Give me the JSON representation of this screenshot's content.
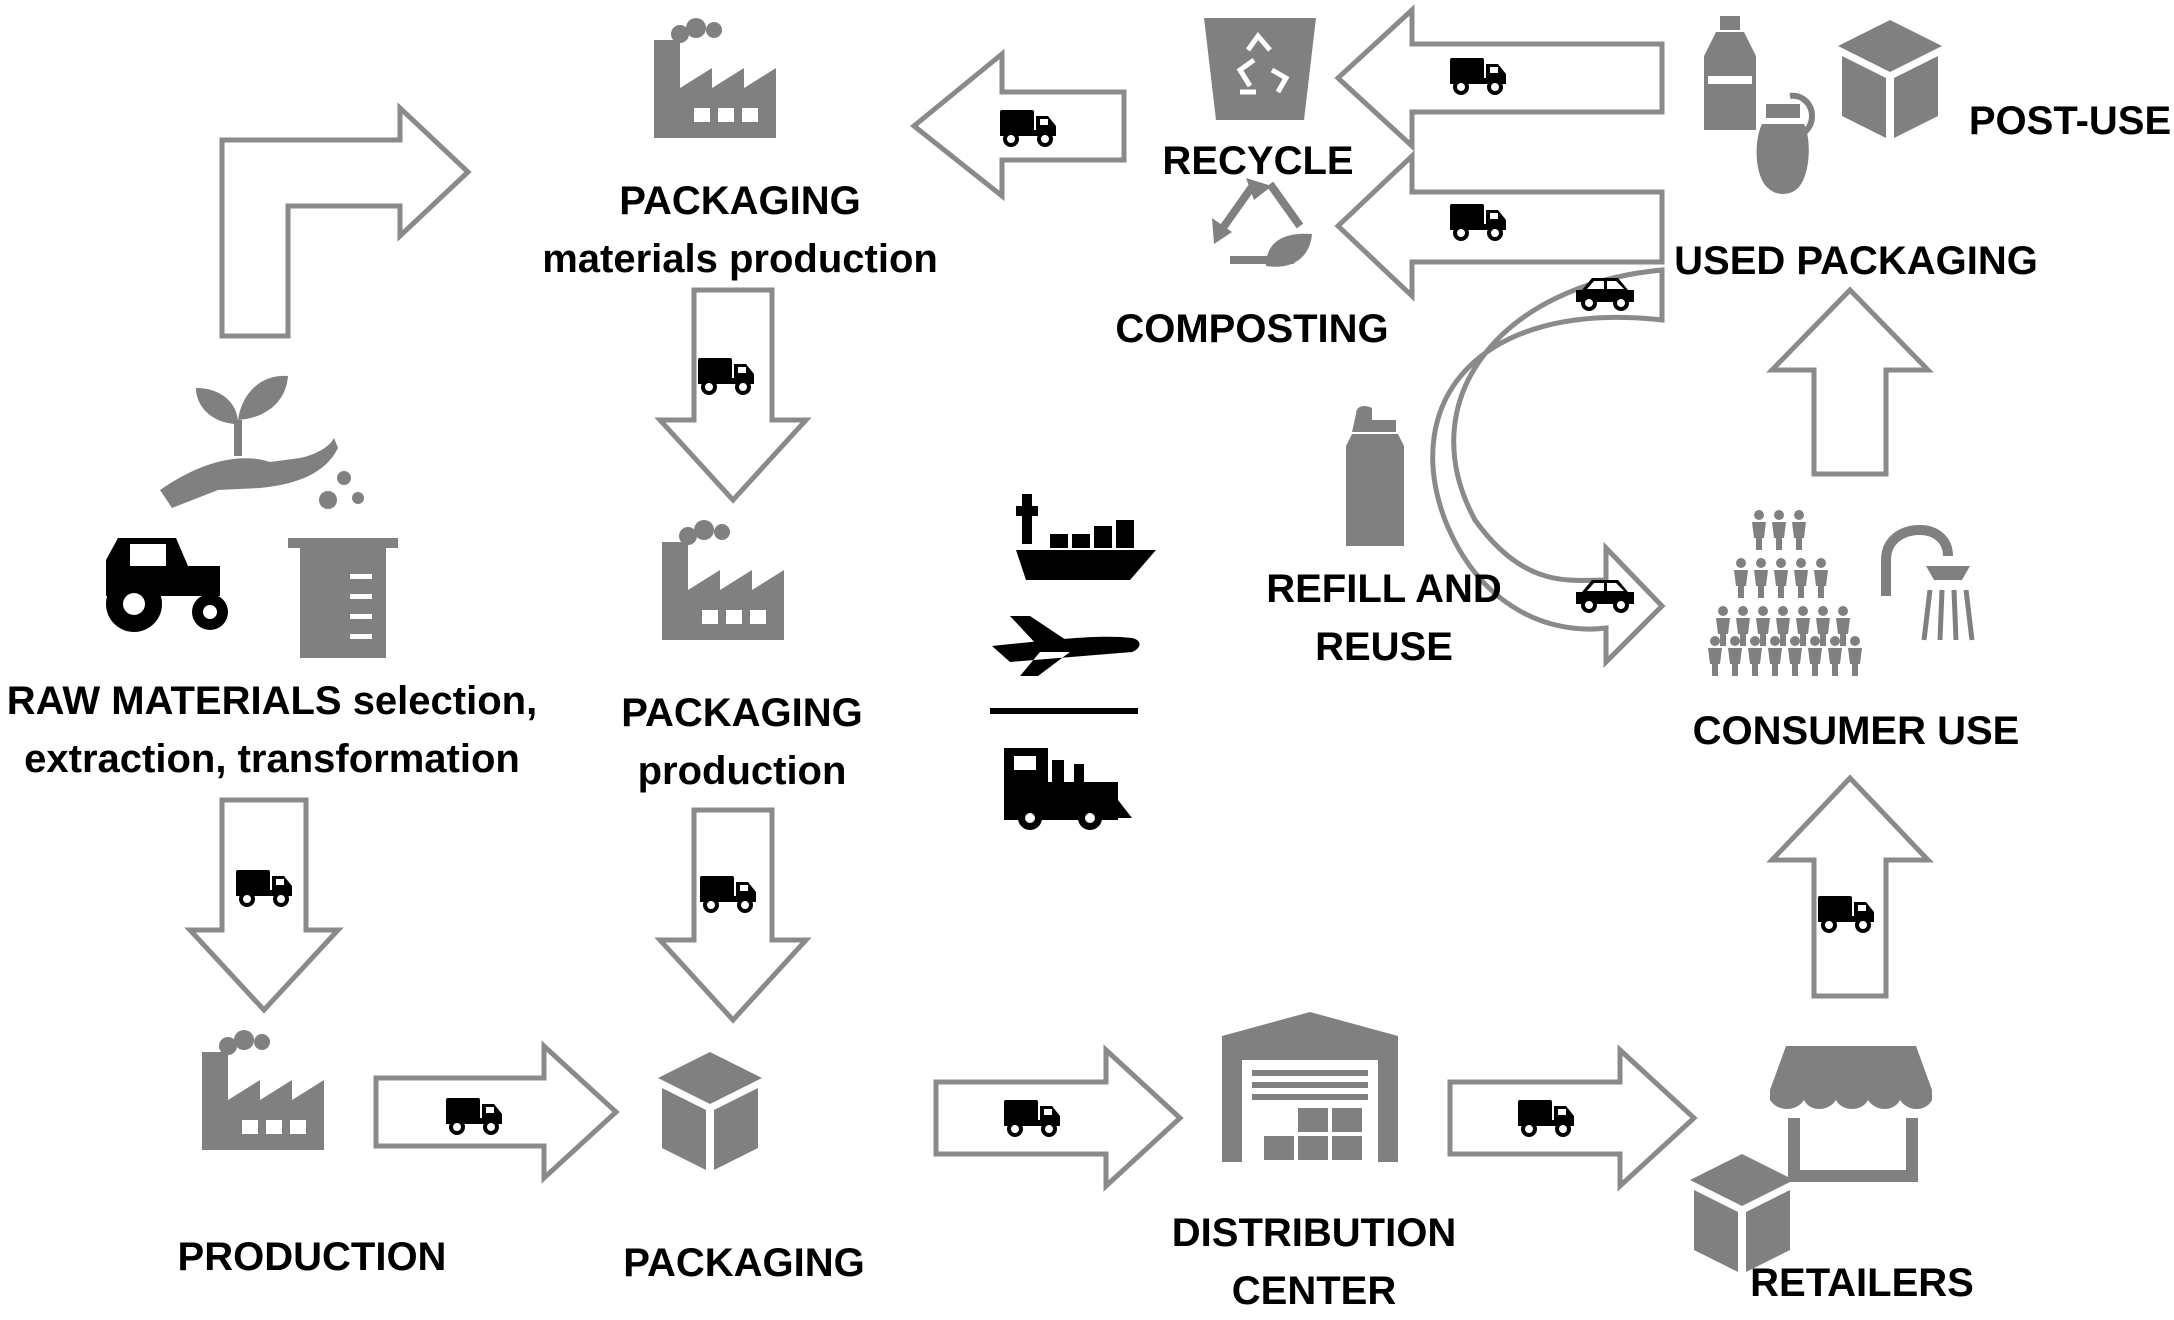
{
  "colors": {
    "icon": "#808080",
    "icon_dark": "#000000",
    "arrow_stroke": "#8a8a8a",
    "text": "#000000",
    "background": "#ffffff"
  },
  "labels": {
    "raw_materials": {
      "line1": "RAW MATERIALS selection,",
      "line2": "extraction, transformation"
    },
    "packaging_materials": {
      "line1": "PACKAGING",
      "line2": "materials production"
    },
    "packaging_production": {
      "line1": "PACKAGING",
      "line2": "production"
    },
    "production": "PRODUCTION",
    "packaging": "PACKAGING",
    "distribution": {
      "line1": "DISTRIBUTION",
      "line2": "CENTER"
    },
    "retailers": "RETAILERS",
    "consumer_use": "CONSUMER USE",
    "used_packaging": "USED PACKAGING",
    "post_use": "POST-USE",
    "recycle": "RECYCLE",
    "composting": "COMPOSTING",
    "refill": {
      "line1": "REFILL AND",
      "line2": "REUSE"
    }
  },
  "icons": [
    "plant-hand-icon",
    "tractor-icon",
    "beaker-icon",
    "factory-icon",
    "box-icon",
    "warehouse-icon",
    "store-icon",
    "people-crowd-icon",
    "shower-icon",
    "bottle-icon",
    "recycle-bin-icon",
    "compost-icon",
    "ship-icon",
    "airplane-icon",
    "train-icon",
    "truck-icon",
    "car-icon",
    "refill-bottle-icon",
    "spray-bottle-icon"
  ]
}
